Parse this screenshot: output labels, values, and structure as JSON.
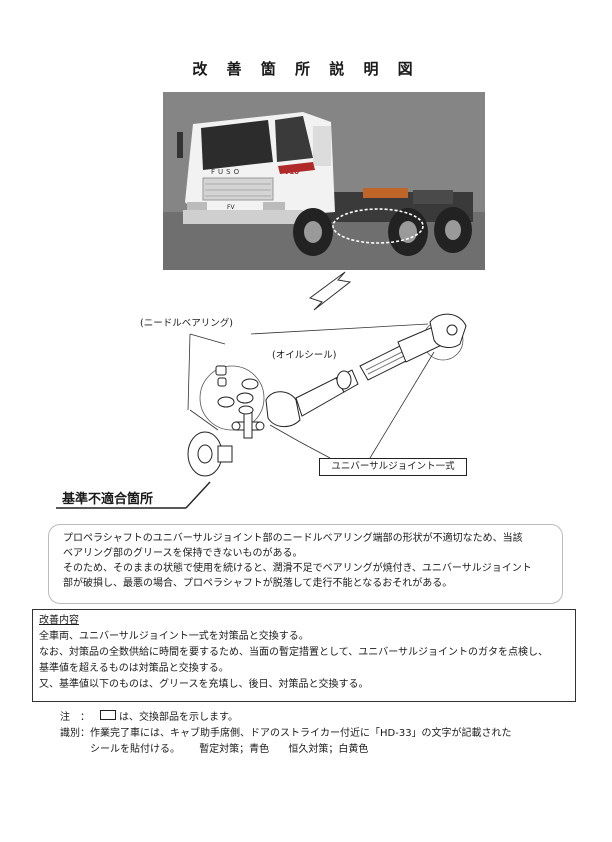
{
  "page": {
    "title": "改 善 箇 所 説 明 図"
  },
  "diagram": {
    "callout_needle_bearing": "(ニードルベアリング)",
    "callout_oil_seal": "(オイルシール)",
    "universal_joint_label": "ユニバーサルジョイント一式",
    "nonconforming_label": "基準不適合箇所"
  },
  "description": {
    "lines": [
      "プロペラシャフトのユニバーサルジョイント部のニードルベアリング端部の形状が不適切なため、当該",
      "ベアリング部のグリースを保持できないものがある。",
      "そのため、そのままの状態で使用を続けると、潤滑不足でベアリングが焼付き、ユニバーサルジョイント",
      "部が破損し、最悪の場合、プロペラシャフトが脱落して走行不能となるおそれがある。"
    ]
  },
  "remedy": {
    "heading": "改善内容",
    "lines": [
      "全車両、ユニバーサルジョイント一式を対策品と交換する。",
      "なお、対策品の全数供給に時間を要するため、当面の暫定措置として、ユニバーサルジョイントのガタを点検し、",
      "基準値を超えるものは対策品と交換する。",
      "又、基準値以下のものは、グリースを充填し、後日、対策品と交換する。"
    ]
  },
  "notes": {
    "note_key": "注　：",
    "note_text": "は、交換部品を示します。",
    "id_key": "識別：",
    "id_line1": "作業完了車には、キャブ助手席側、ドアのストライカー付近に「HD-33」の文字が記載された",
    "id_line2a": "シールを貼付ける。",
    "id_line2b": "暫定対策；青色",
    "id_line2c": "恒久対策；白黄色"
  },
  "truck_badges": {
    "brand": "FUSO",
    "model": "V10",
    "plate": "FV"
  }
}
